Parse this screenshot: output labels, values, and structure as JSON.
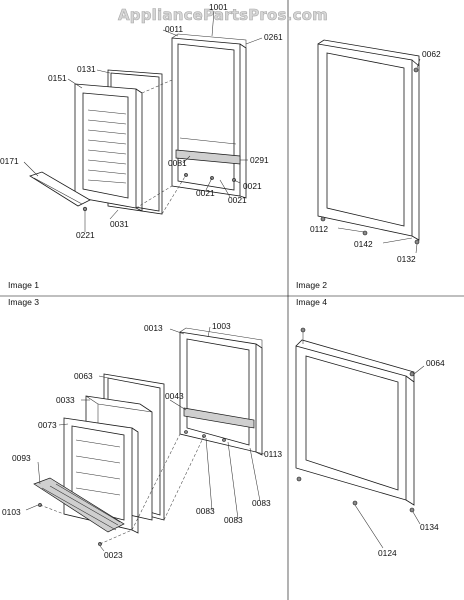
{
  "watermark": "AppliancePartsPros.com",
  "panels": [
    {
      "caption": "Image 1",
      "parts": [
        "1001",
        "0011",
        "0261",
        "0131",
        "0151",
        "0171",
        "0081",
        "0291",
        "0021",
        "0021",
        "0021",
        "0221",
        "0031"
      ]
    },
    {
      "caption": "Image 2",
      "parts": [
        "0062",
        "0112",
        "0142",
        "0132"
      ]
    },
    {
      "caption": "Image 3",
      "parts": [
        "0013",
        "1003",
        "0063",
        "0033",
        "0043",
        "0073",
        "0093",
        "0113",
        "0103",
        "0083",
        "0083",
        "0083",
        "0023"
      ]
    },
    {
      "caption": "Image 4",
      "parts": [
        "0064",
        "0124",
        "0134"
      ]
    }
  ]
}
